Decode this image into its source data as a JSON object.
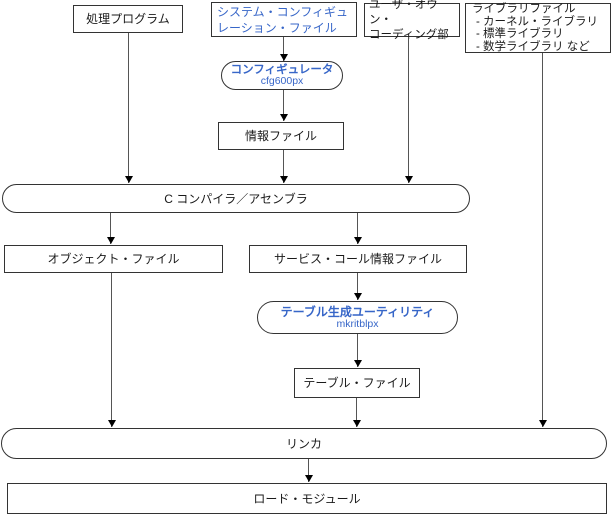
{
  "colors": {
    "accent_blue": "#3766C8",
    "box_border": "#333333",
    "connector_line": "#555555",
    "arrowhead": "#000000",
    "background": "#ffffff"
  },
  "nodes": {
    "processing_program": {
      "label": "処理プログラム"
    },
    "system_config_file": {
      "line1": "システム・コンフィギュ",
      "line2": "レーション・ファイル"
    },
    "user_own_coding": {
      "line1": "ユーザ・オウン・",
      "line2": "コーディング部"
    },
    "library_files": {
      "title": "ライブラリファイル",
      "items": [
        "- カーネル・ライブラリ",
        "- 標準ライブラリ",
        "- 数学ライブラリ など"
      ]
    },
    "configurator": {
      "label": "コンフィギュレータ",
      "command": "cfg600px"
    },
    "info_file": {
      "label": "情報ファイル"
    },
    "c_compiler": {
      "label": "C コンパイラ／アセンブラ"
    },
    "object_file": {
      "label": "オブジェクト・ファイル"
    },
    "service_call_info_file": {
      "label": "サービス・コール情報ファイル"
    },
    "table_gen_utility": {
      "label": "テーブル生成ユーティリティ",
      "command": "mkritblpx"
    },
    "table_file": {
      "label": "テーブル・ファイル"
    },
    "linker": {
      "label": "リンカ"
    },
    "load_module": {
      "label": "ロード・モジュール"
    }
  }
}
